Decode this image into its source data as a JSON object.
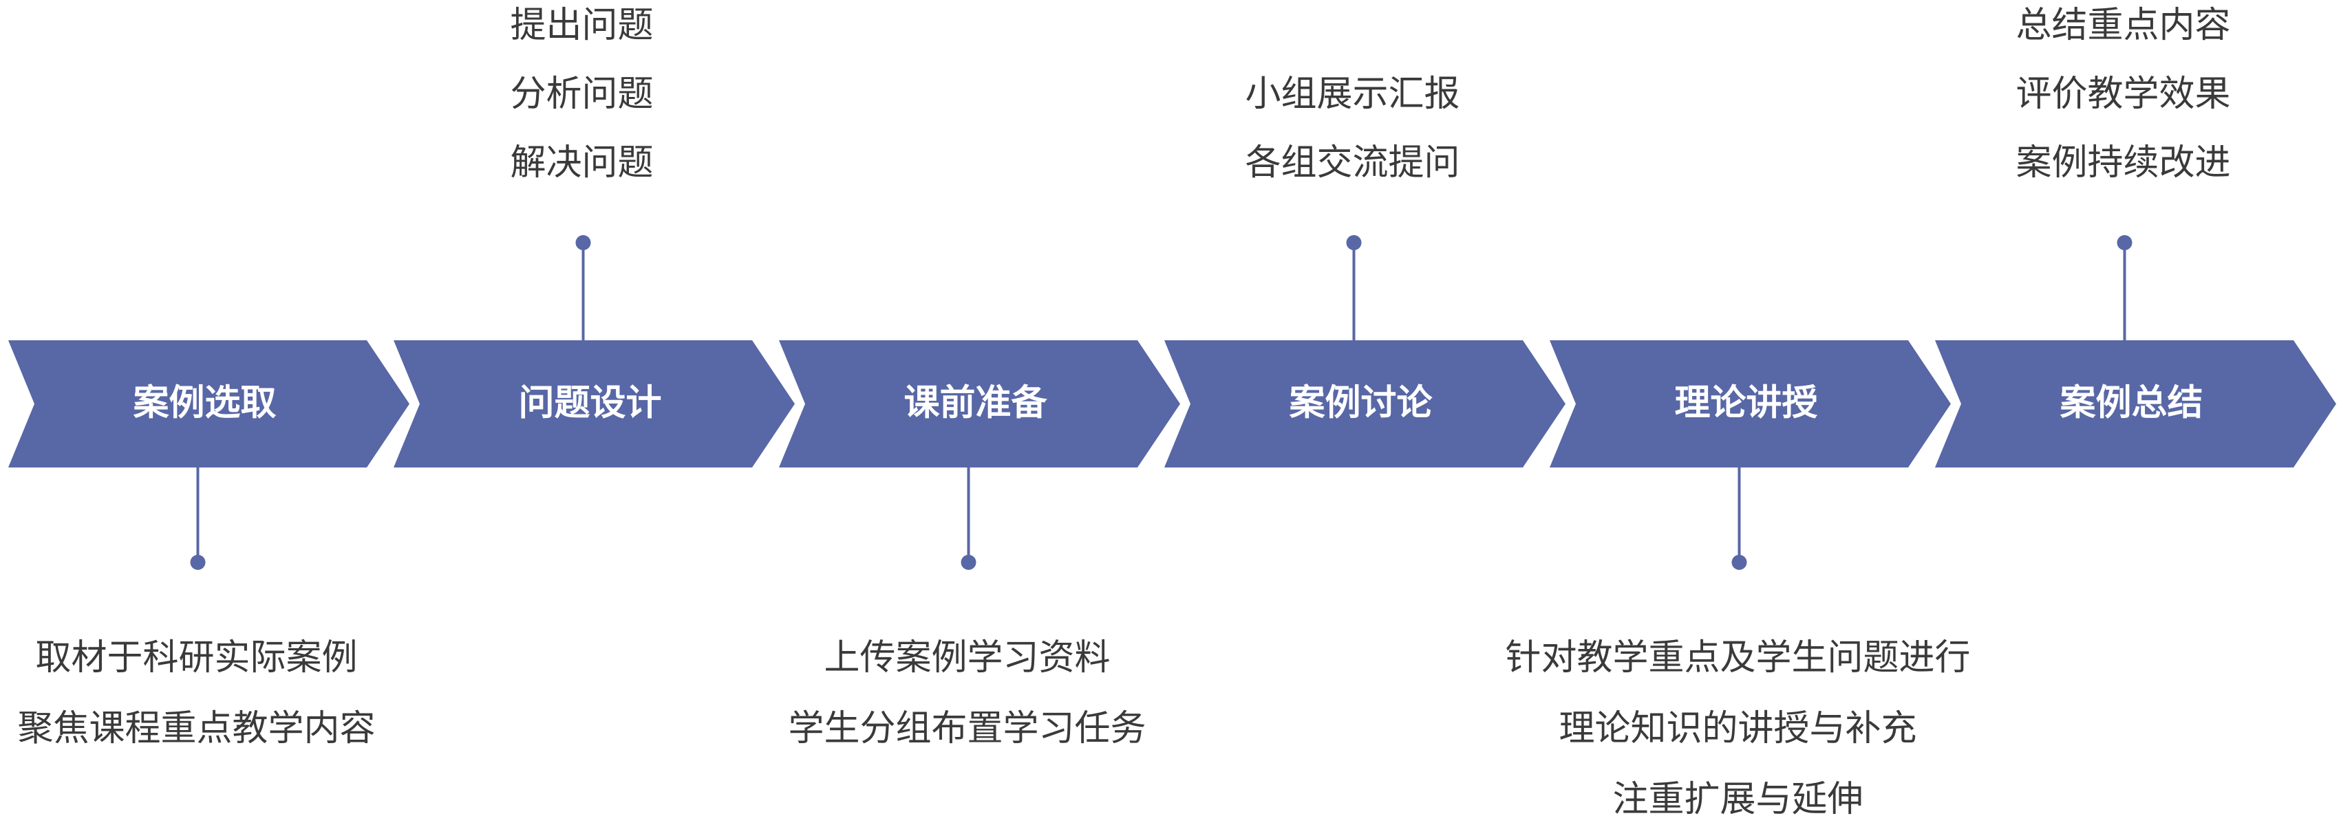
{
  "colors": {
    "chevron_fill": "#5867a6",
    "connector": "#5867a6",
    "text": "#3a3a3a",
    "label": "#ffffff"
  },
  "steps": [
    {
      "label": "案例选取",
      "note_side": "bottom",
      "notes": [
        "取材于科研实际案例",
        "聚焦课程重点教学内容"
      ]
    },
    {
      "label": "问题设计",
      "note_side": "top",
      "notes": [
        "提出问题",
        "分析问题",
        "解决问题"
      ]
    },
    {
      "label": "课前准备",
      "note_side": "bottom",
      "notes": [
        "上传案例学习资料",
        "学生分组布置学习任务"
      ]
    },
    {
      "label": "案例讨论",
      "note_side": "top",
      "notes": [
        "小组展示汇报",
        "各组交流提问"
      ]
    },
    {
      "label": "理论讲授",
      "note_side": "bottom",
      "notes": [
        "针对教学重点及学生问题进行",
        "理论知识的讲授与补充",
        "注重扩展与延伸"
      ]
    },
    {
      "label": "案例总结",
      "note_side": "top",
      "notes": [
        "总结重点内容",
        "评价教学效果",
        "案例持续改进"
      ]
    }
  ]
}
